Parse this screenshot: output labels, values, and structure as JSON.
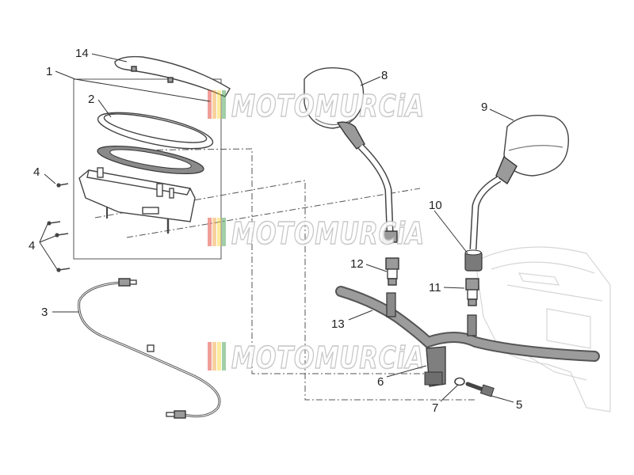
{
  "diagram": {
    "labels": [
      "1",
      "2",
      "3",
      "4",
      "4",
      "5",
      "6",
      "7",
      "8",
      "9",
      "10",
      "11",
      "12",
      "13",
      "14"
    ],
    "watermark": "MOTOMURCiA",
    "watermark_colors": [
      "#e23b2e",
      "#f2a23a",
      "#f4d53c",
      "#3f9e4c"
    ]
  }
}
